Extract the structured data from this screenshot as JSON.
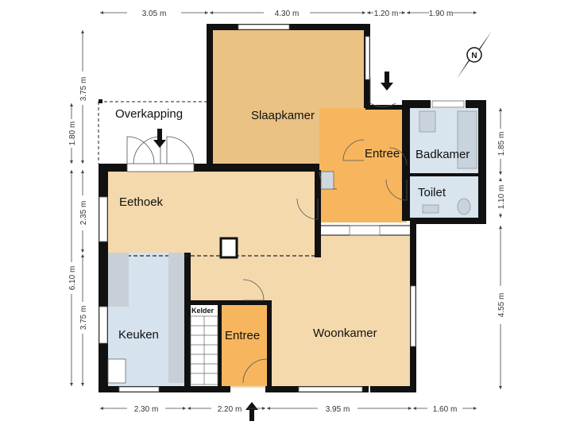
{
  "rooms": {
    "overkapping": "Overkapping",
    "slaapkamer": "Slaapkamer",
    "entree_top": "Entree",
    "badkamer": "Badkamer",
    "toilet": "Toilet",
    "eethoek": "Eethoek",
    "keuken": "Keuken",
    "kelder": "Kelder",
    "entree_bottom": "Entree",
    "woonkamer": "Woonkamer"
  },
  "dimensions": {
    "top": [
      "3.05 m",
      "4.30 m",
      "1.20 m",
      "1.90 m"
    ],
    "bottom": [
      "2.30 m",
      "2.20 m",
      "3.95 m",
      "1.60 m"
    ],
    "left": [
      "3.75 m",
      "1.80 m",
      "2.35 m",
      "6.10 m",
      "3.75 m"
    ],
    "right": [
      "1.85 m",
      "1.10 m",
      "4.55 m"
    ]
  },
  "compass": {
    "label": "N"
  },
  "colors": {
    "slaapkamer": "#e9c284",
    "entree": "#f7b65e",
    "living": "#f4d9ad",
    "keuken": "#d6e2ee",
    "bath": "#d8e4ee",
    "wall": "#111111"
  }
}
